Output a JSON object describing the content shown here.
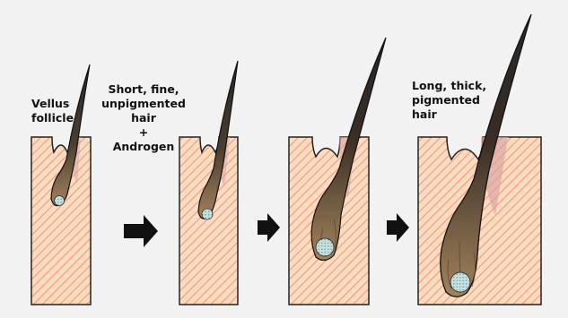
{
  "labels": {
    "vellus_line1": "Vellus",
    "vellus_line2": "follicle",
    "short_line1": "Short, fine,",
    "short_line2": "unpigmented",
    "short_line3": "hair",
    "short_line4": "+",
    "short_line5": "Androgen",
    "long_line1": "Long, thick,",
    "long_line2": "pigmented",
    "long_line3": "hair"
  },
  "colors": {
    "background": "#f2f2f2",
    "skin_fill": "#fbdcc2",
    "skin_hatch": "#f19a72",
    "sheath_pink": "#d9a3a0",
    "hair_dark": "#262626",
    "bulb_brown": "#a2835c",
    "papilla": "#c7e0dd",
    "arrow": "#111111"
  },
  "arrows": [
    "arrow",
    "arrow",
    "arrow"
  ]
}
